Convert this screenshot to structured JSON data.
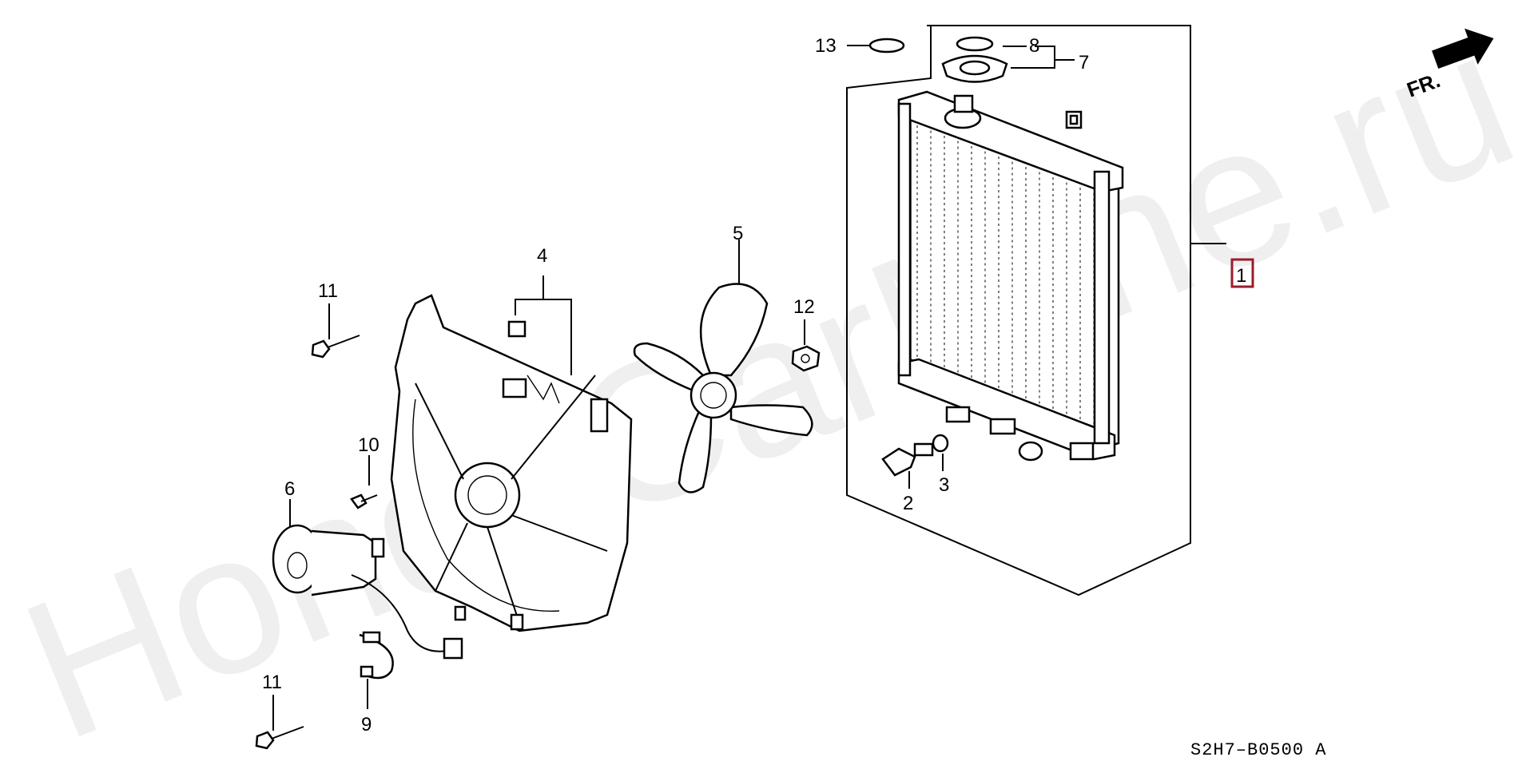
{
  "watermark": "HondaCarMine.ru",
  "diagram_code": "S2H7–B0500 A",
  "direction_label": "FR.",
  "callouts": [
    {
      "id": "label-1",
      "text": "1",
      "highlighted": true
    },
    {
      "id": "label-2",
      "text": "2"
    },
    {
      "id": "label-3",
      "text": "3"
    },
    {
      "id": "label-4",
      "text": "4"
    },
    {
      "id": "label-5",
      "text": "5"
    },
    {
      "id": "label-6",
      "text": "6"
    },
    {
      "id": "label-7",
      "text": "7"
    },
    {
      "id": "label-8",
      "text": "8"
    },
    {
      "id": "label-9",
      "text": "9"
    },
    {
      "id": "label-10",
      "text": "10"
    },
    {
      "id": "label-11a",
      "text": "11"
    },
    {
      "id": "label-11b",
      "text": "11"
    },
    {
      "id": "label-12",
      "text": "12"
    },
    {
      "id": "label-13",
      "text": "13"
    }
  ],
  "colors": {
    "highlight": "#9b1b2a",
    "line": "#000000"
  }
}
